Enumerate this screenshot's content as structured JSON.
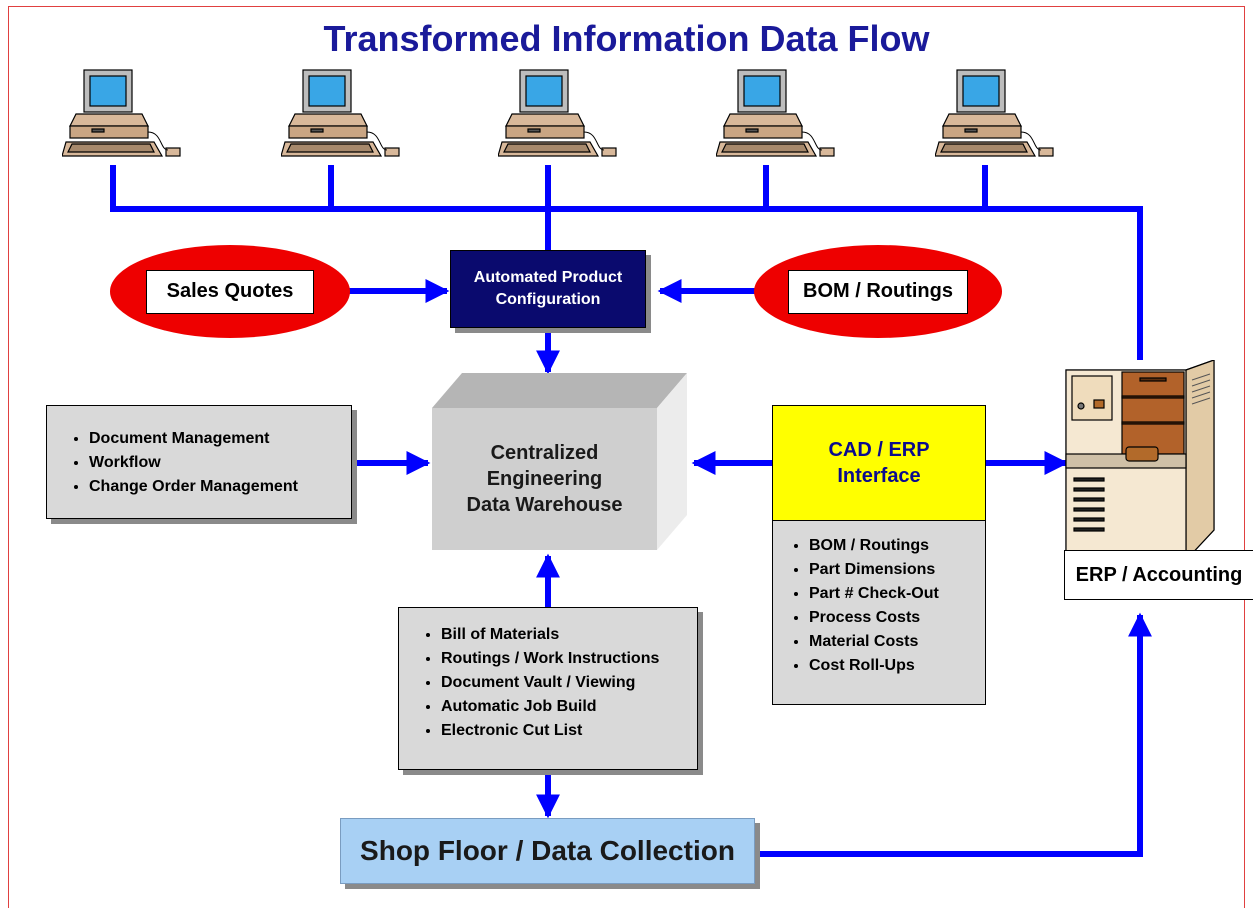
{
  "title": "Transformed Information Data Flow",
  "nodes": {
    "sales_quotes": "Sales Quotes",
    "bom_routings": "BOM / Routings",
    "automated_config_line1": "Automated Product",
    "automated_config_line2": "Configuration",
    "warehouse_line1": "Centralized",
    "warehouse_line2": "Engineering",
    "warehouse_line3": "Data Warehouse",
    "cad_erp_line1": "CAD / ERP",
    "cad_erp_line2": "Interface",
    "erp_accounting": "ERP / Accounting",
    "shop_floor": "Shop Floor / Data Collection"
  },
  "lists": {
    "document_mgmt": [
      "Document Management",
      "Workflow",
      "Change Order Management"
    ],
    "cad_erp_details": [
      "BOM / Routings",
      "Part Dimensions",
      "Part # Check-Out",
      "Process Costs",
      "Material Costs",
      "Cost Roll-Ups"
    ],
    "warehouse_outputs": [
      "Bill of Materials",
      "Routings / Work Instructions",
      "Document Vault / Viewing",
      "Automatic Job Build",
      "Electronic Cut List"
    ]
  },
  "colors": {
    "title": "#1a1a9a",
    "connector": "#0000ff",
    "ellipse": "#ee0000",
    "config_box": "#0a0a6e",
    "cad_box": "#ffff00",
    "shop_floor": "#a8d0f4",
    "list_bg": "#d9d9d9"
  },
  "icons": {
    "workstations": [
      "desktop-computer-icon",
      "desktop-computer-icon",
      "desktop-computer-icon",
      "desktop-computer-icon",
      "desktop-computer-icon"
    ],
    "server": "server-tower-icon"
  }
}
